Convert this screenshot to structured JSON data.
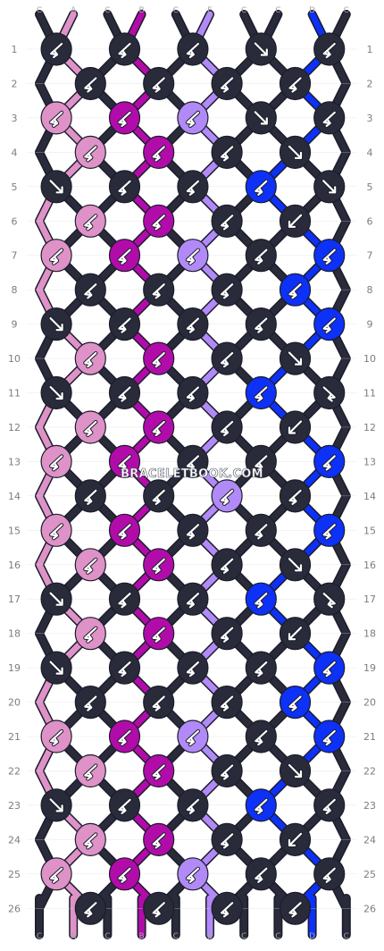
{
  "colors": {
    "C": "#292b3b",
    "A": "#de92c8",
    "B": "#b10caa",
    "E": "#b18af7",
    "D": "#0d31f7"
  },
  "strings_top": [
    "C",
    "A",
    "C",
    "B",
    "C",
    "E",
    "C",
    "C",
    "D",
    "C"
  ],
  "strings_bottom": [
    "C",
    "A",
    "C",
    "B",
    "C",
    "E",
    "C",
    "C",
    "D",
    "C"
  ],
  "row_numbers": [
    "1",
    "2",
    "3",
    "4",
    "5",
    "6",
    "7",
    "8",
    "9",
    "10",
    "11",
    "12",
    "13",
    "14",
    "15",
    "16",
    "17",
    "18",
    "19",
    "20",
    "21",
    "22",
    "23",
    "24",
    "25",
    "26"
  ],
  "watermark": "BRACELETBOOK.COM",
  "pattern": [
    [
      [
        "C",
        "BF"
      ],
      [
        "C",
        "BF"
      ],
      [
        "C",
        "BF"
      ],
      [
        "C",
        "F"
      ],
      [
        "C",
        "BF"
      ]
    ],
    [
      [
        "C",
        "BF"
      ],
      [
        "C",
        "BF"
      ],
      [
        "C",
        "BF"
      ],
      [
        "C",
        "BF"
      ]
    ],
    [
      [
        "A",
        "BF"
      ],
      [
        "B",
        "BF"
      ],
      [
        "E",
        "BF"
      ],
      [
        "C",
        "F"
      ],
      [
        "C",
        "BF"
      ]
    ],
    [
      [
        "A",
        "BF"
      ],
      [
        "B",
        "BF"
      ],
      [
        "C",
        "BF"
      ],
      [
        "C",
        "F"
      ]
    ],
    [
      [
        "C",
        "F"
      ],
      [
        "C",
        "BF"
      ],
      [
        "C",
        "BF"
      ],
      [
        "D",
        "BF"
      ],
      [
        "C",
        "F"
      ]
    ],
    [
      [
        "A",
        "BF"
      ],
      [
        "B",
        "BF"
      ],
      [
        "C",
        "BF"
      ],
      [
        "C",
        "B"
      ]
    ],
    [
      [
        "A",
        "BF"
      ],
      [
        "B",
        "BF"
      ],
      [
        "E",
        "BF"
      ],
      [
        "C",
        "BF"
      ],
      [
        "D",
        "BF"
      ]
    ],
    [
      [
        "C",
        "BF"
      ],
      [
        "C",
        "BF"
      ],
      [
        "C",
        "BF"
      ],
      [
        "D",
        "BF"
      ]
    ],
    [
      [
        "C",
        "F"
      ],
      [
        "C",
        "BF"
      ],
      [
        "C",
        "BF"
      ],
      [
        "C",
        "BF"
      ],
      [
        "D",
        "BF"
      ]
    ],
    [
      [
        "A",
        "BF"
      ],
      [
        "B",
        "BF"
      ],
      [
        "C",
        "BF"
      ],
      [
        "C",
        "F"
      ]
    ],
    [
      [
        "C",
        "F"
      ],
      [
        "C",
        "BF"
      ],
      [
        "C",
        "BF"
      ],
      [
        "D",
        "BF"
      ],
      [
        "C",
        "FB"
      ]
    ],
    [
      [
        "A",
        "BF"
      ],
      [
        "B",
        "BF"
      ],
      [
        "C",
        "BF"
      ],
      [
        "C",
        "B"
      ]
    ],
    [
      [
        "A",
        "BF"
      ],
      [
        "B",
        "BF"
      ],
      [
        "C",
        "BF"
      ],
      [
        "C",
        "BF"
      ],
      [
        "D",
        "BF"
      ]
    ],
    [
      [
        "C",
        "BF"
      ],
      [
        "C",
        "BF"
      ],
      [
        "E",
        "BF"
      ],
      [
        "C",
        "BF"
      ]
    ],
    [
      [
        "A",
        "BF"
      ],
      [
        "B",
        "BF"
      ],
      [
        "C",
        "BF"
      ],
      [
        "C",
        "BF"
      ],
      [
        "D",
        "BF"
      ]
    ],
    [
      [
        "A",
        "BF"
      ],
      [
        "B",
        "BF"
      ],
      [
        "C",
        "BF"
      ],
      [
        "C",
        "F"
      ]
    ],
    [
      [
        "C",
        "F"
      ],
      [
        "C",
        "BF"
      ],
      [
        "C",
        "BF"
      ],
      [
        "D",
        "BF"
      ],
      [
        "C",
        "FB"
      ]
    ],
    [
      [
        "A",
        "BF"
      ],
      [
        "B",
        "BF"
      ],
      [
        "C",
        "BF"
      ],
      [
        "C",
        "B"
      ]
    ],
    [
      [
        "C",
        "F"
      ],
      [
        "C",
        "BF"
      ],
      [
        "C",
        "BF"
      ],
      [
        "C",
        "BF"
      ],
      [
        "D",
        "BF"
      ]
    ],
    [
      [
        "C",
        "BF"
      ],
      [
        "C",
        "BF"
      ],
      [
        "C",
        "BF"
      ],
      [
        "D",
        "BF"
      ]
    ],
    [
      [
        "A",
        "BF"
      ],
      [
        "B",
        "BF"
      ],
      [
        "E",
        "BF"
      ],
      [
        "C",
        "BF"
      ],
      [
        "D",
        "BF"
      ]
    ],
    [
      [
        "A",
        "BF"
      ],
      [
        "B",
        "BF"
      ],
      [
        "C",
        "BF"
      ],
      [
        "C",
        "F"
      ]
    ],
    [
      [
        "C",
        "F"
      ],
      [
        "C",
        "BF"
      ],
      [
        "C",
        "BF"
      ],
      [
        "D",
        "BF"
      ],
      [
        "C",
        "BF"
      ]
    ],
    [
      [
        "A",
        "BF"
      ],
      [
        "B",
        "BF"
      ],
      [
        "C",
        "BF"
      ],
      [
        "C",
        "B"
      ]
    ],
    [
      [
        "A",
        "BF"
      ],
      [
        "B",
        "BF"
      ],
      [
        "E",
        "BF"
      ],
      [
        "C",
        "BF"
      ],
      [
        "C",
        "BF"
      ]
    ],
    [
      [
        "C",
        "BF"
      ],
      [
        "C",
        "BF"
      ],
      [
        "C",
        "BF"
      ],
      [
        "C",
        "BF"
      ]
    ]
  ]
}
